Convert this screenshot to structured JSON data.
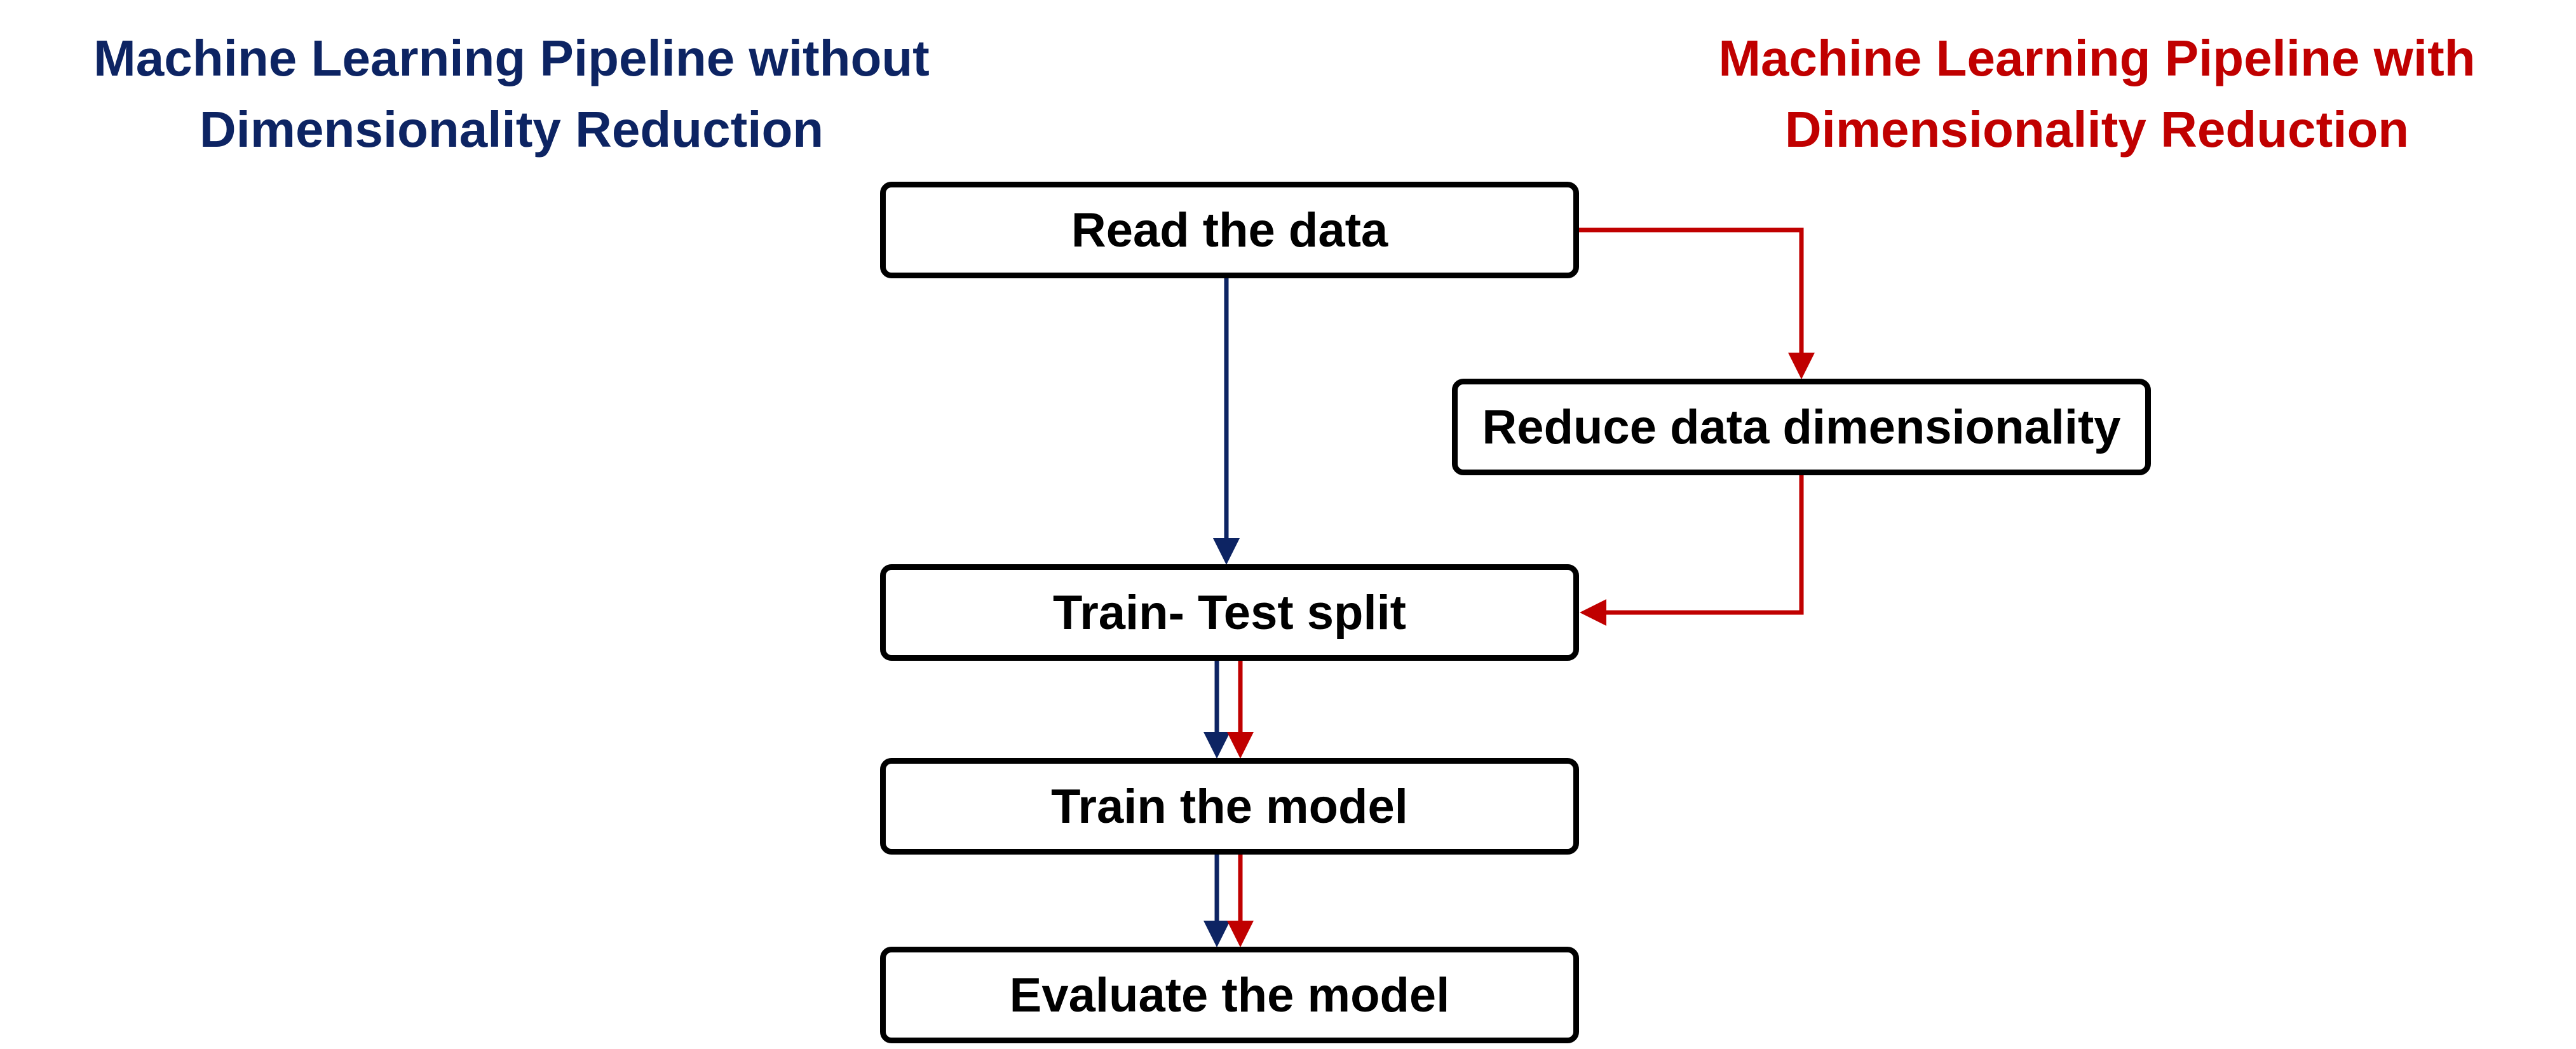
{
  "colors": {
    "without_reduction": "#0D2463",
    "with_reduction": "#C00000",
    "box_border": "#000000",
    "box_text": "#000000",
    "background": "#FFFFFF"
  },
  "titles": {
    "left": {
      "line1": "Machine Learning Pipeline without",
      "line2": "Dimensionality Reduction"
    },
    "right": {
      "line1": "Machine Learning Pipeline with",
      "line2": "Dimensionality Reduction"
    }
  },
  "steps": {
    "read": "Read the data",
    "reduce": "Reduce data dimensionality",
    "split": "Train- Test split",
    "train": "Train the model",
    "evaluate": "Evaluate the model"
  },
  "connectors": [
    {
      "from": "read",
      "to": "split",
      "pipeline": "without_reduction"
    },
    {
      "from": "read",
      "to": "reduce",
      "pipeline": "with_reduction"
    },
    {
      "from": "reduce",
      "to": "split",
      "pipeline": "with_reduction"
    },
    {
      "from": "split",
      "to": "train",
      "pipeline": "without_reduction"
    },
    {
      "from": "split",
      "to": "train",
      "pipeline": "with_reduction"
    },
    {
      "from": "train",
      "to": "evaluate",
      "pipeline": "without_reduction"
    },
    {
      "from": "train",
      "to": "evaluate",
      "pipeline": "with_reduction"
    }
  ]
}
